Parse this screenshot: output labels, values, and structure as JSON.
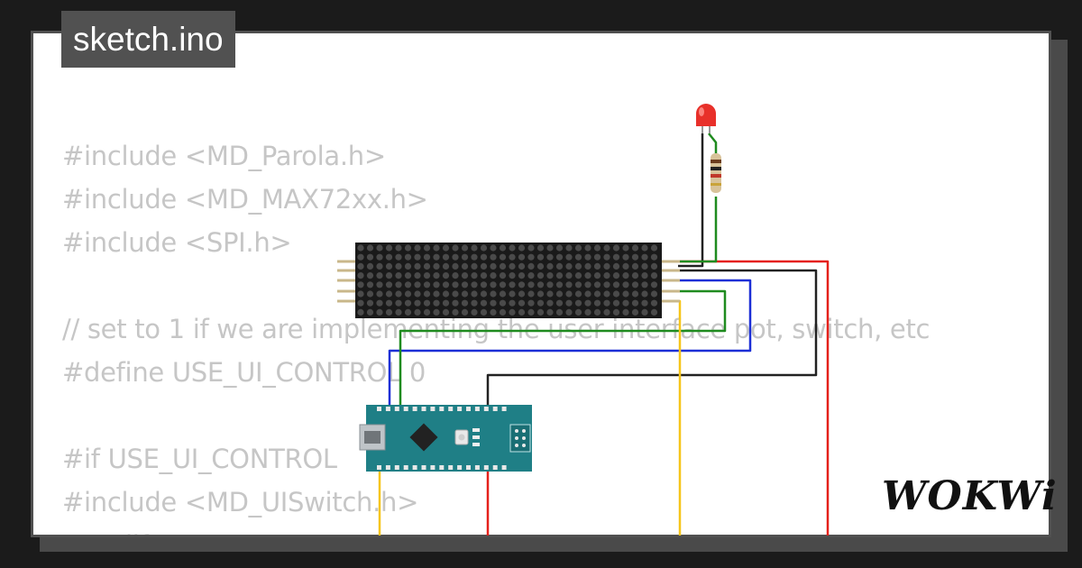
{
  "tab": {
    "filename": "sketch.ino"
  },
  "code": {
    "lines": [
      "#include <MD_Parola.h>",
      "#include <MD_MAX72xx.h>",
      "#include <SPI.h>",
      "",
      "// set to 1 if we are implementing the user interface pot, switch, etc",
      "#define USE_UI_CONTROL 0",
      "",
      "#if USE_UI_CONTROL",
      "#include <MD_UISwitch.h>",
      "#endif"
    ]
  },
  "brand": {
    "logo": "WOKWi"
  },
  "wire_colors": {
    "red": "#e5211b",
    "black": "#222222",
    "blue": "#1c2fd6",
    "green": "#1f8b1f",
    "yellow": "#f6c51a"
  },
  "board_colors": {
    "nano": "#1f7f86",
    "matrix": "#1a1a1a",
    "led": "#e8302a"
  }
}
